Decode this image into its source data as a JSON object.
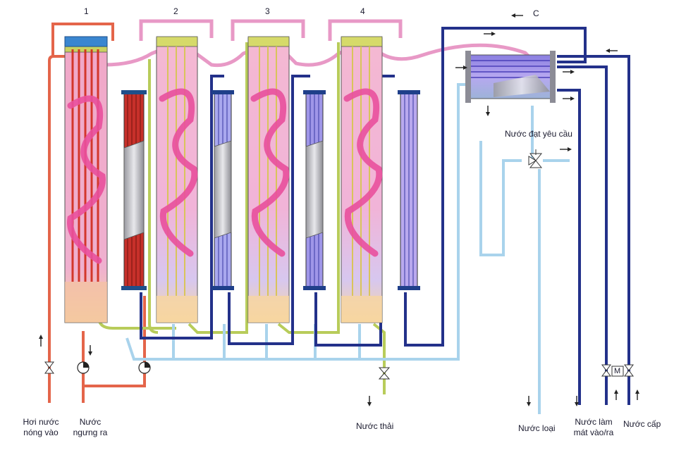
{
  "stages": [
    {
      "number": "1"
    },
    {
      "number": "2"
    },
    {
      "number": "3"
    },
    {
      "number": "4"
    }
  ],
  "condenser": {
    "label": "C"
  },
  "labels": {
    "steam_in_1": "Hơi nước",
    "steam_in_2": "nóng vào",
    "condensate_1": "Nước",
    "condensate_2": "ngưng ra",
    "wastewater": "Nước thải",
    "rejected": "Nước loại",
    "cooling_1": "Nước làm",
    "cooling_2": "mát vào/ra",
    "feed": "Nước cấp",
    "product": "Nước đạt yêu cầu"
  },
  "colors": {
    "steam_line": "#e4654a",
    "vapor_line": "#e899c6",
    "brine_line": "#b8cc5a",
    "cooling_line": "#23318a",
    "product_line": "#a9d3ec",
    "column_fill": "#f3b2cf",
    "spiral": "#e9509d"
  },
  "motor_label": "M"
}
